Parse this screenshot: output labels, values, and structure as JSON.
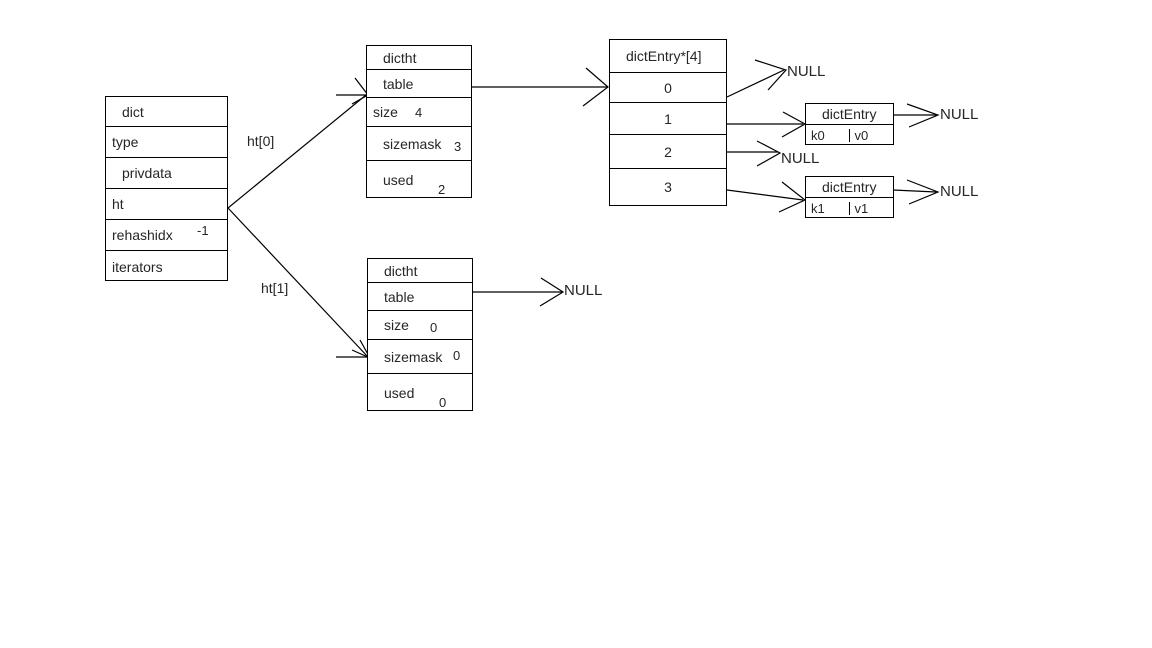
{
  "diagram": {
    "title": "redis dict / dictht / dictEntry structure",
    "background": "#ffffff",
    "stroke_color": "#000000",
    "text_color": "#262626"
  },
  "dict_struct": {
    "header": "dict",
    "fields": [
      {
        "name": "type",
        "value": ""
      },
      {
        "name": "privdata",
        "value": ""
      },
      {
        "name": "ht",
        "value": ""
      },
      {
        "name": "rehashidx",
        "value": "-1"
      },
      {
        "name": "iterators",
        "value": ""
      }
    ]
  },
  "pointer_labels": {
    "ht0": "ht[0]",
    "ht1": "ht[1]"
  },
  "dictht0": {
    "header": "dictht",
    "fields": [
      {
        "name": "table",
        "value": ""
      },
      {
        "name": "size",
        "value": "4"
      },
      {
        "name": "sizemask",
        "value": "3"
      },
      {
        "name": "used",
        "value": "2"
      }
    ]
  },
  "dictht1": {
    "header": "dictht",
    "fields": [
      {
        "name": "table",
        "value": ""
      },
      {
        "name": "size",
        "value": "0"
      },
      {
        "name": "sizemask",
        "value": "0"
      },
      {
        "name": "used",
        "value": "0"
      }
    ]
  },
  "bucket_array": {
    "header": "dictEntry*[4]",
    "slots": [
      "0",
      "1",
      "2",
      "3"
    ]
  },
  "entry0": {
    "header": "dictEntry",
    "key": "k0",
    "value": "v0"
  },
  "entry1": {
    "header": "dictEntry",
    "key": "k1",
    "value": "v1"
  },
  "null_labels": {
    "ht1_table": "NULL",
    "slot0": "NULL",
    "slot2": "NULL",
    "entry0_next": "NULL",
    "entry1_next": "NULL"
  }
}
